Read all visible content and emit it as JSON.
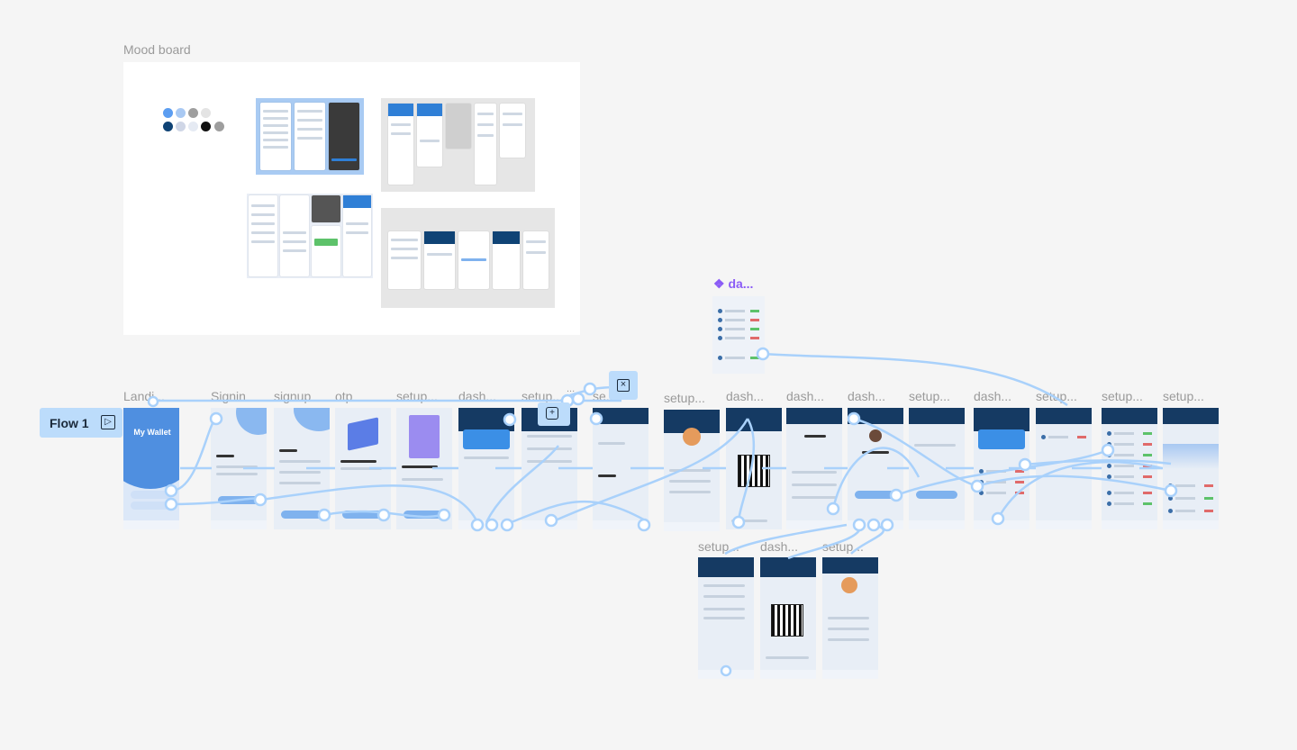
{
  "moodboard": {
    "title": "Mood board"
  },
  "swatches": [
    "#5b9df1",
    "#a9c9f3",
    "#9e9e9e",
    "#e4e4e4",
    "#0f4375",
    "#cfd6e6",
    "#e5eaf3",
    "#111111",
    "#9e9e9e"
  ],
  "flow": {
    "label": "Flow 1",
    "icon": "flow-start-icon"
  },
  "component": {
    "label": "❖ da..."
  },
  "frames_top": [
    {
      "label": "Landi..."
    },
    {
      "label": "Signin"
    },
    {
      "label": "signup"
    },
    {
      "label": "otp"
    },
    {
      "label": "setup..."
    },
    {
      "label": "dash..."
    },
    {
      "label": "setup..."
    },
    {
      "label": "se..."
    },
    {
      "label": "setup..."
    },
    {
      "label": "dash..."
    },
    {
      "label": "dash..."
    },
    {
      "label": "dash..."
    },
    {
      "label": "setup..."
    },
    {
      "label": "dash..."
    },
    {
      "label": "setup..."
    },
    {
      "label": "setup..."
    },
    {
      "label": "setup..."
    }
  ],
  "frames_bottom": [
    {
      "label": "setup..."
    },
    {
      "label": "dash..."
    },
    {
      "label": "setup..."
    }
  ],
  "landing": {
    "title": "My Wallet"
  },
  "more": "..."
}
